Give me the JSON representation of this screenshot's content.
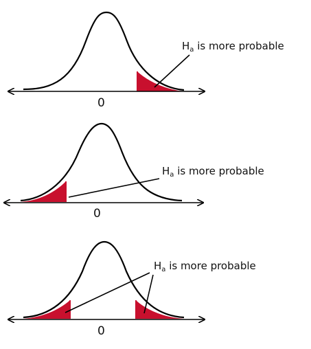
{
  "colors": {
    "tail_fill": "#C8102E",
    "line": "#000000"
  },
  "panels": [
    {
      "tails": "right",
      "zero_label": "0",
      "annotation": {
        "main": "H",
        "subscript": "a",
        "rest": " is more probable"
      }
    },
    {
      "tails": "left",
      "zero_label": "0",
      "annotation": {
        "main": "H",
        "subscript": "a",
        "rest": " is more probable"
      }
    },
    {
      "tails": "both",
      "zero_label": "0",
      "annotation": {
        "main": "H",
        "subscript": "a",
        "rest": " is more probable"
      }
    }
  ]
}
